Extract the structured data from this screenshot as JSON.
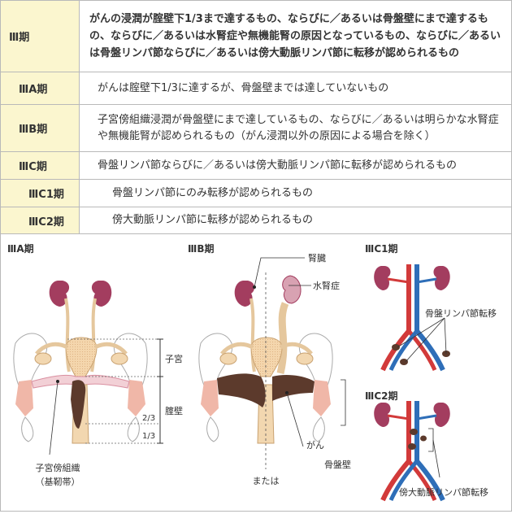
{
  "stages": [
    {
      "label": "ⅢA期",
      "desc": "がんは腟壁下1/3に達するが、骨盤壁までは達していないもの"
    },
    {
      "label": "ⅢB期",
      "desc": "子宮傍組織浸潤が骨盤壁にまで達しているもの、ならびに／あるいは明らかな水腎症や無機能腎が認められるもの（がん浸潤以外の原因による場合を除く）"
    },
    {
      "label": "ⅢC期",
      "desc": "骨盤リンパ節ならびに／あるいは傍大動脈リンパ節に転移が認められるもの"
    },
    {
      "label": "ⅢC1期",
      "desc": "骨盤リンパ節にのみ転移が認められるもの"
    },
    {
      "label": "ⅢC2期",
      "desc": "傍大動脈リンパ節に転移が認められるもの"
    }
  ],
  "stage3": {
    "label": "Ⅲ期",
    "desc": "がんの浸潤が腟壁下1/3まで達するもの、ならびに／あるいは骨盤壁にまで達するもの、ならびに／あるいは水腎症や無機能腎の原因となっているもの、ならびに／あるいは骨盤リンパ節ならびに／あるいは傍大動脈リンパ節に転移が認められるもの"
  },
  "figure": {
    "panel_a": {
      "title": "ⅢA期",
      "uterus_label": "子宮",
      "vagina_label": "腟壁",
      "frac_2_3": "2/3",
      "frac_1_3": "1/3",
      "parametrium_label": "子宮傍組織",
      "parametrium_sub": "（基靭帯）"
    },
    "panel_b": {
      "title": "ⅢB期",
      "kidney_label": "腎臓",
      "hydro_label": "水腎症",
      "cancer_label": "がん",
      "pelvic_wall_label": "骨盤壁",
      "or_label": "または"
    },
    "panel_c1": {
      "title": "ⅢC1期",
      "node_label": "骨盤リンパ節転移"
    },
    "panel_c2": {
      "title": "ⅢC2期",
      "node_label": "傍大動脈リンパ節転移"
    }
  }
}
